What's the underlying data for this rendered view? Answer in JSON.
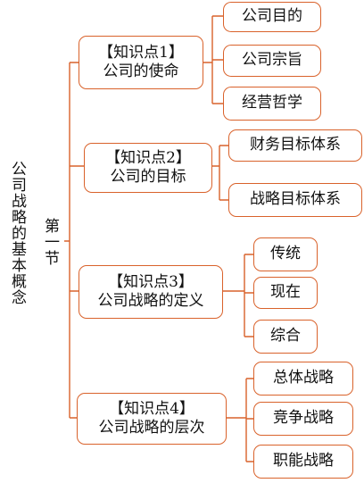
{
  "title_main": "公司战略的基本概念",
  "title_section": "第一节",
  "topics": [
    {
      "point": "【知识点1】",
      "name": "公司的使命",
      "items": [
        "公司目的",
        "公司宗旨",
        "经营哲学"
      ]
    },
    {
      "point": "【知识点2】",
      "name": "公司的目标",
      "items": [
        "财务目标体系",
        "战略目标体系"
      ]
    },
    {
      "point": "【知识点3】",
      "name": "公司战略的定义",
      "items": [
        "传统",
        "现在",
        "综合"
      ]
    },
    {
      "point": "【知识点4】",
      "name": "公司战略的层次",
      "items": [
        "总体战略",
        "竞争战略",
        "职能战略"
      ]
    }
  ],
  "colors": {
    "border": "#d9622b",
    "line": "#d9622b",
    "text": "#111111"
  }
}
